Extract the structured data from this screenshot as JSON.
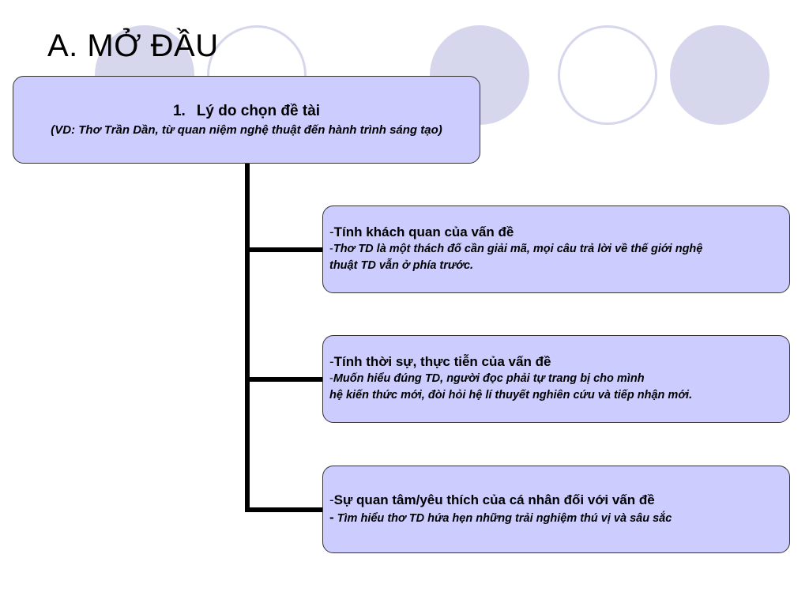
{
  "slide": {
    "title": "A. MỞ ĐẦU"
  },
  "main_box": {
    "number": "1.",
    "heading": "Lý do chọn đề tài",
    "subtitle": "(VD: Thơ Trần Dần, từ quan niệm nghệ thuật đến hành trình sáng tạo)"
  },
  "children": [
    {
      "heading": "Tính khách quan của vấn đề",
      "desc_lines": [
        "Thơ TD là một thách đố cần giải mã, mọi câu trả lời về thế giới nghệ",
        "thuật TD vẫn ở phía trước."
      ]
    },
    {
      "heading": "Tính thời sự, thực tiễn của vấn đề",
      "desc_lines": [
        "Muốn hiểu đúng TD, người đọc phải tự trang bị cho mình",
        "hệ kiến thức mới, đòi hỏi hệ lí thuyết nghiên cứu và tiếp nhận mới."
      ]
    },
    {
      "heading": "Sự quan tâm/yêu thích của cá nhân đối với vấn đề",
      "desc_lines": [
        "Tìm hiểu thơ TD hứa hẹn những trải nghiệm thú vị và sâu sắc"
      ]
    }
  ],
  "colors": {
    "box_fill": "#ccccff",
    "decor_circle": "#d6d6ec",
    "connector": "#000000"
  }
}
